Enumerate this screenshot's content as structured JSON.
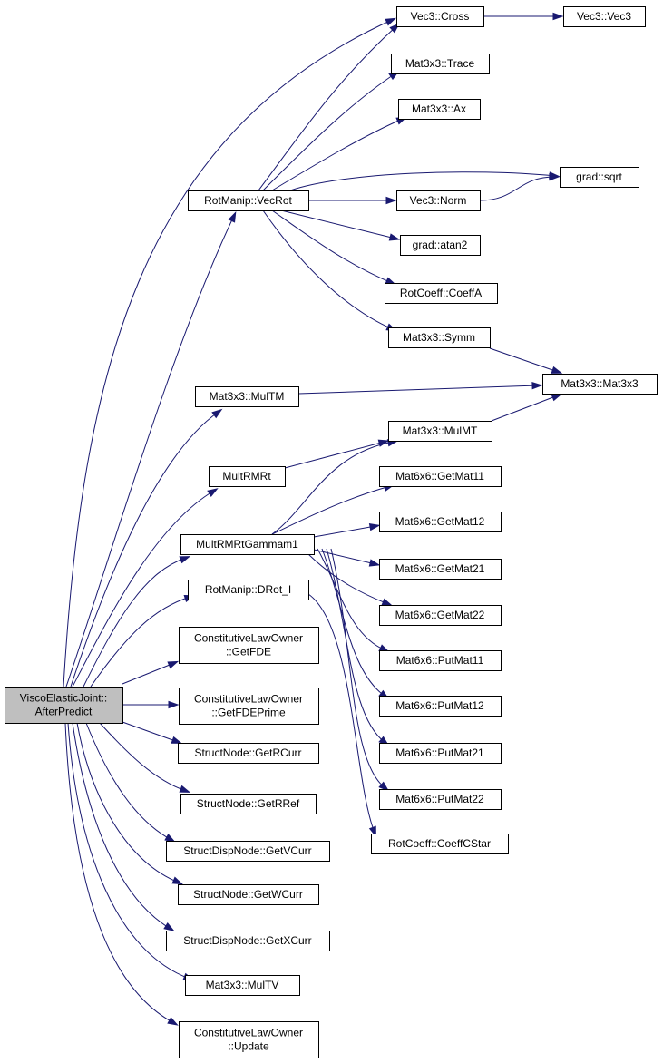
{
  "nodes": [
    {
      "id": "root",
      "lines": [
        "ViscoElasticJoint::",
        "AfterPredict"
      ],
      "root": true
    },
    {
      "id": "vec3cross",
      "lines": [
        "Vec3::Cross"
      ]
    },
    {
      "id": "vec3vec3",
      "lines": [
        "Vec3::Vec3"
      ]
    },
    {
      "id": "trace",
      "lines": [
        "Mat3x3::Trace"
      ]
    },
    {
      "id": "ax",
      "lines": [
        "Mat3x3::Ax"
      ]
    },
    {
      "id": "sqrt",
      "lines": [
        "grad::sqrt"
      ]
    },
    {
      "id": "vecrot",
      "lines": [
        "RotManip::VecRot"
      ]
    },
    {
      "id": "norm",
      "lines": [
        "Vec3::Norm"
      ]
    },
    {
      "id": "atan2",
      "lines": [
        "grad::atan2"
      ]
    },
    {
      "id": "coeffa",
      "lines": [
        "RotCoeff::CoeffA"
      ]
    },
    {
      "id": "symm",
      "lines": [
        "Mat3x3::Symm"
      ]
    },
    {
      "id": "multm",
      "lines": [
        "Mat3x3::MulTM"
      ]
    },
    {
      "id": "mat3x3",
      "lines": [
        "Mat3x3::Mat3x3"
      ]
    },
    {
      "id": "mulmt",
      "lines": [
        "Mat3x3::MulMT"
      ]
    },
    {
      "id": "multrmrt",
      "lines": [
        "MultRMRt"
      ]
    },
    {
      "id": "getmat11",
      "lines": [
        "Mat6x6::GetMat11"
      ]
    },
    {
      "id": "getmat12",
      "lines": [
        "Mat6x6::GetMat12"
      ]
    },
    {
      "id": "gammam1",
      "lines": [
        "MultRMRtGammam1"
      ]
    },
    {
      "id": "getmat21",
      "lines": [
        "Mat6x6::GetMat21"
      ]
    },
    {
      "id": "drot",
      "lines": [
        "RotManip::DRot_I"
      ]
    },
    {
      "id": "getmat22",
      "lines": [
        "Mat6x6::GetMat22"
      ]
    },
    {
      "id": "getfde",
      "lines": [
        "ConstitutiveLawOwner",
        "::GetFDE"
      ]
    },
    {
      "id": "putmat11",
      "lines": [
        "Mat6x6::PutMat11"
      ]
    },
    {
      "id": "getfdeprime",
      "lines": [
        "ConstitutiveLawOwner",
        "::GetFDEPrime"
      ]
    },
    {
      "id": "putmat12",
      "lines": [
        "Mat6x6::PutMat12"
      ]
    },
    {
      "id": "getrcurr",
      "lines": [
        "StructNode::GetRCurr"
      ]
    },
    {
      "id": "putmat21",
      "lines": [
        "Mat6x6::PutMat21"
      ]
    },
    {
      "id": "getrref",
      "lines": [
        "StructNode::GetRRef"
      ]
    },
    {
      "id": "putmat22",
      "lines": [
        "Mat6x6::PutMat22"
      ]
    },
    {
      "id": "getvcurr",
      "lines": [
        "StructDispNode::GetVCurr"
      ]
    },
    {
      "id": "coeffcstar",
      "lines": [
        "RotCoeff::CoeffCStar"
      ]
    },
    {
      "id": "getwcurr",
      "lines": [
        "StructNode::GetWCurr"
      ]
    },
    {
      "id": "getxcurr",
      "lines": [
        "StructDispNode::GetXCurr"
      ]
    },
    {
      "id": "multv",
      "lines": [
        "Mat3x3::MulTV"
      ]
    },
    {
      "id": "update",
      "lines": [
        "ConstitutiveLawOwner",
        "::Update"
      ]
    }
  ],
  "edges": [
    {
      "from": "root",
      "to": "vec3cross"
    },
    {
      "from": "root",
      "to": "vecrot"
    },
    {
      "from": "root",
      "to": "multm"
    },
    {
      "from": "root",
      "to": "multrmrt"
    },
    {
      "from": "root",
      "to": "gammam1"
    },
    {
      "from": "root",
      "to": "drot"
    },
    {
      "from": "root",
      "to": "getfde"
    },
    {
      "from": "root",
      "to": "getfdeprime"
    },
    {
      "from": "root",
      "to": "getrcurr"
    },
    {
      "from": "root",
      "to": "getrref"
    },
    {
      "from": "root",
      "to": "getvcurr"
    },
    {
      "from": "root",
      "to": "getwcurr"
    },
    {
      "from": "root",
      "to": "getxcurr"
    },
    {
      "from": "root",
      "to": "multv"
    },
    {
      "from": "root",
      "to": "update"
    },
    {
      "from": "vec3cross",
      "to": "vec3vec3"
    },
    {
      "from": "vecrot",
      "to": "vec3cross"
    },
    {
      "from": "vecrot",
      "to": "trace"
    },
    {
      "from": "vecrot",
      "to": "ax"
    },
    {
      "from": "vecrot",
      "to": "sqrt"
    },
    {
      "from": "vecrot",
      "to": "norm"
    },
    {
      "from": "vecrot",
      "to": "atan2"
    },
    {
      "from": "vecrot",
      "to": "coeffa"
    },
    {
      "from": "vecrot",
      "to": "symm"
    },
    {
      "from": "norm",
      "to": "sqrt"
    },
    {
      "from": "symm",
      "to": "mat3x3"
    },
    {
      "from": "multm",
      "to": "mat3x3"
    },
    {
      "from": "mulmt",
      "to": "mat3x3"
    },
    {
      "from": "multrmrt",
      "to": "mulmt"
    },
    {
      "from": "gammam1",
      "to": "mulmt"
    },
    {
      "from": "gammam1",
      "to": "getmat11"
    },
    {
      "from": "gammam1",
      "to": "getmat12"
    },
    {
      "from": "gammam1",
      "to": "getmat21"
    },
    {
      "from": "gammam1",
      "to": "getmat22"
    },
    {
      "from": "gammam1",
      "to": "putmat11"
    },
    {
      "from": "gammam1",
      "to": "putmat12"
    },
    {
      "from": "gammam1",
      "to": "putmat21"
    },
    {
      "from": "gammam1",
      "to": "putmat22"
    },
    {
      "from": "drot",
      "to": "coeffcstar"
    }
  ]
}
